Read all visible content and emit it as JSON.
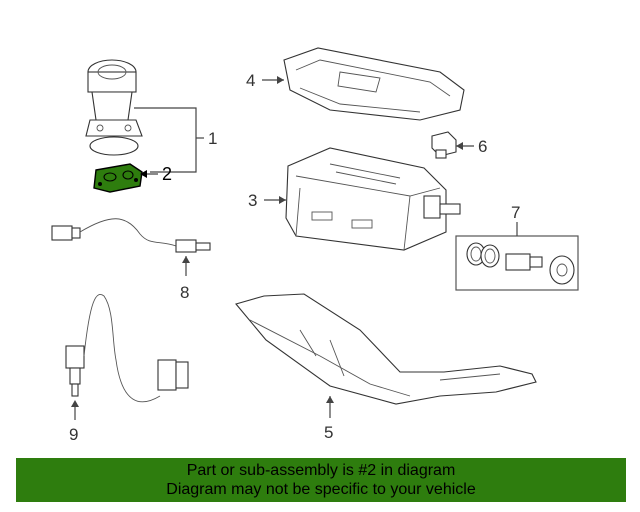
{
  "callouts": [
    "1",
    "2",
    "3",
    "4",
    "5",
    "6",
    "7",
    "8",
    "9"
  ],
  "highlight_color": "#2e7d0e",
  "banner": {
    "line1": "Part or sub-assembly is #2 in diagram",
    "line2": "Diagram may not be specific to your vehicle"
  }
}
